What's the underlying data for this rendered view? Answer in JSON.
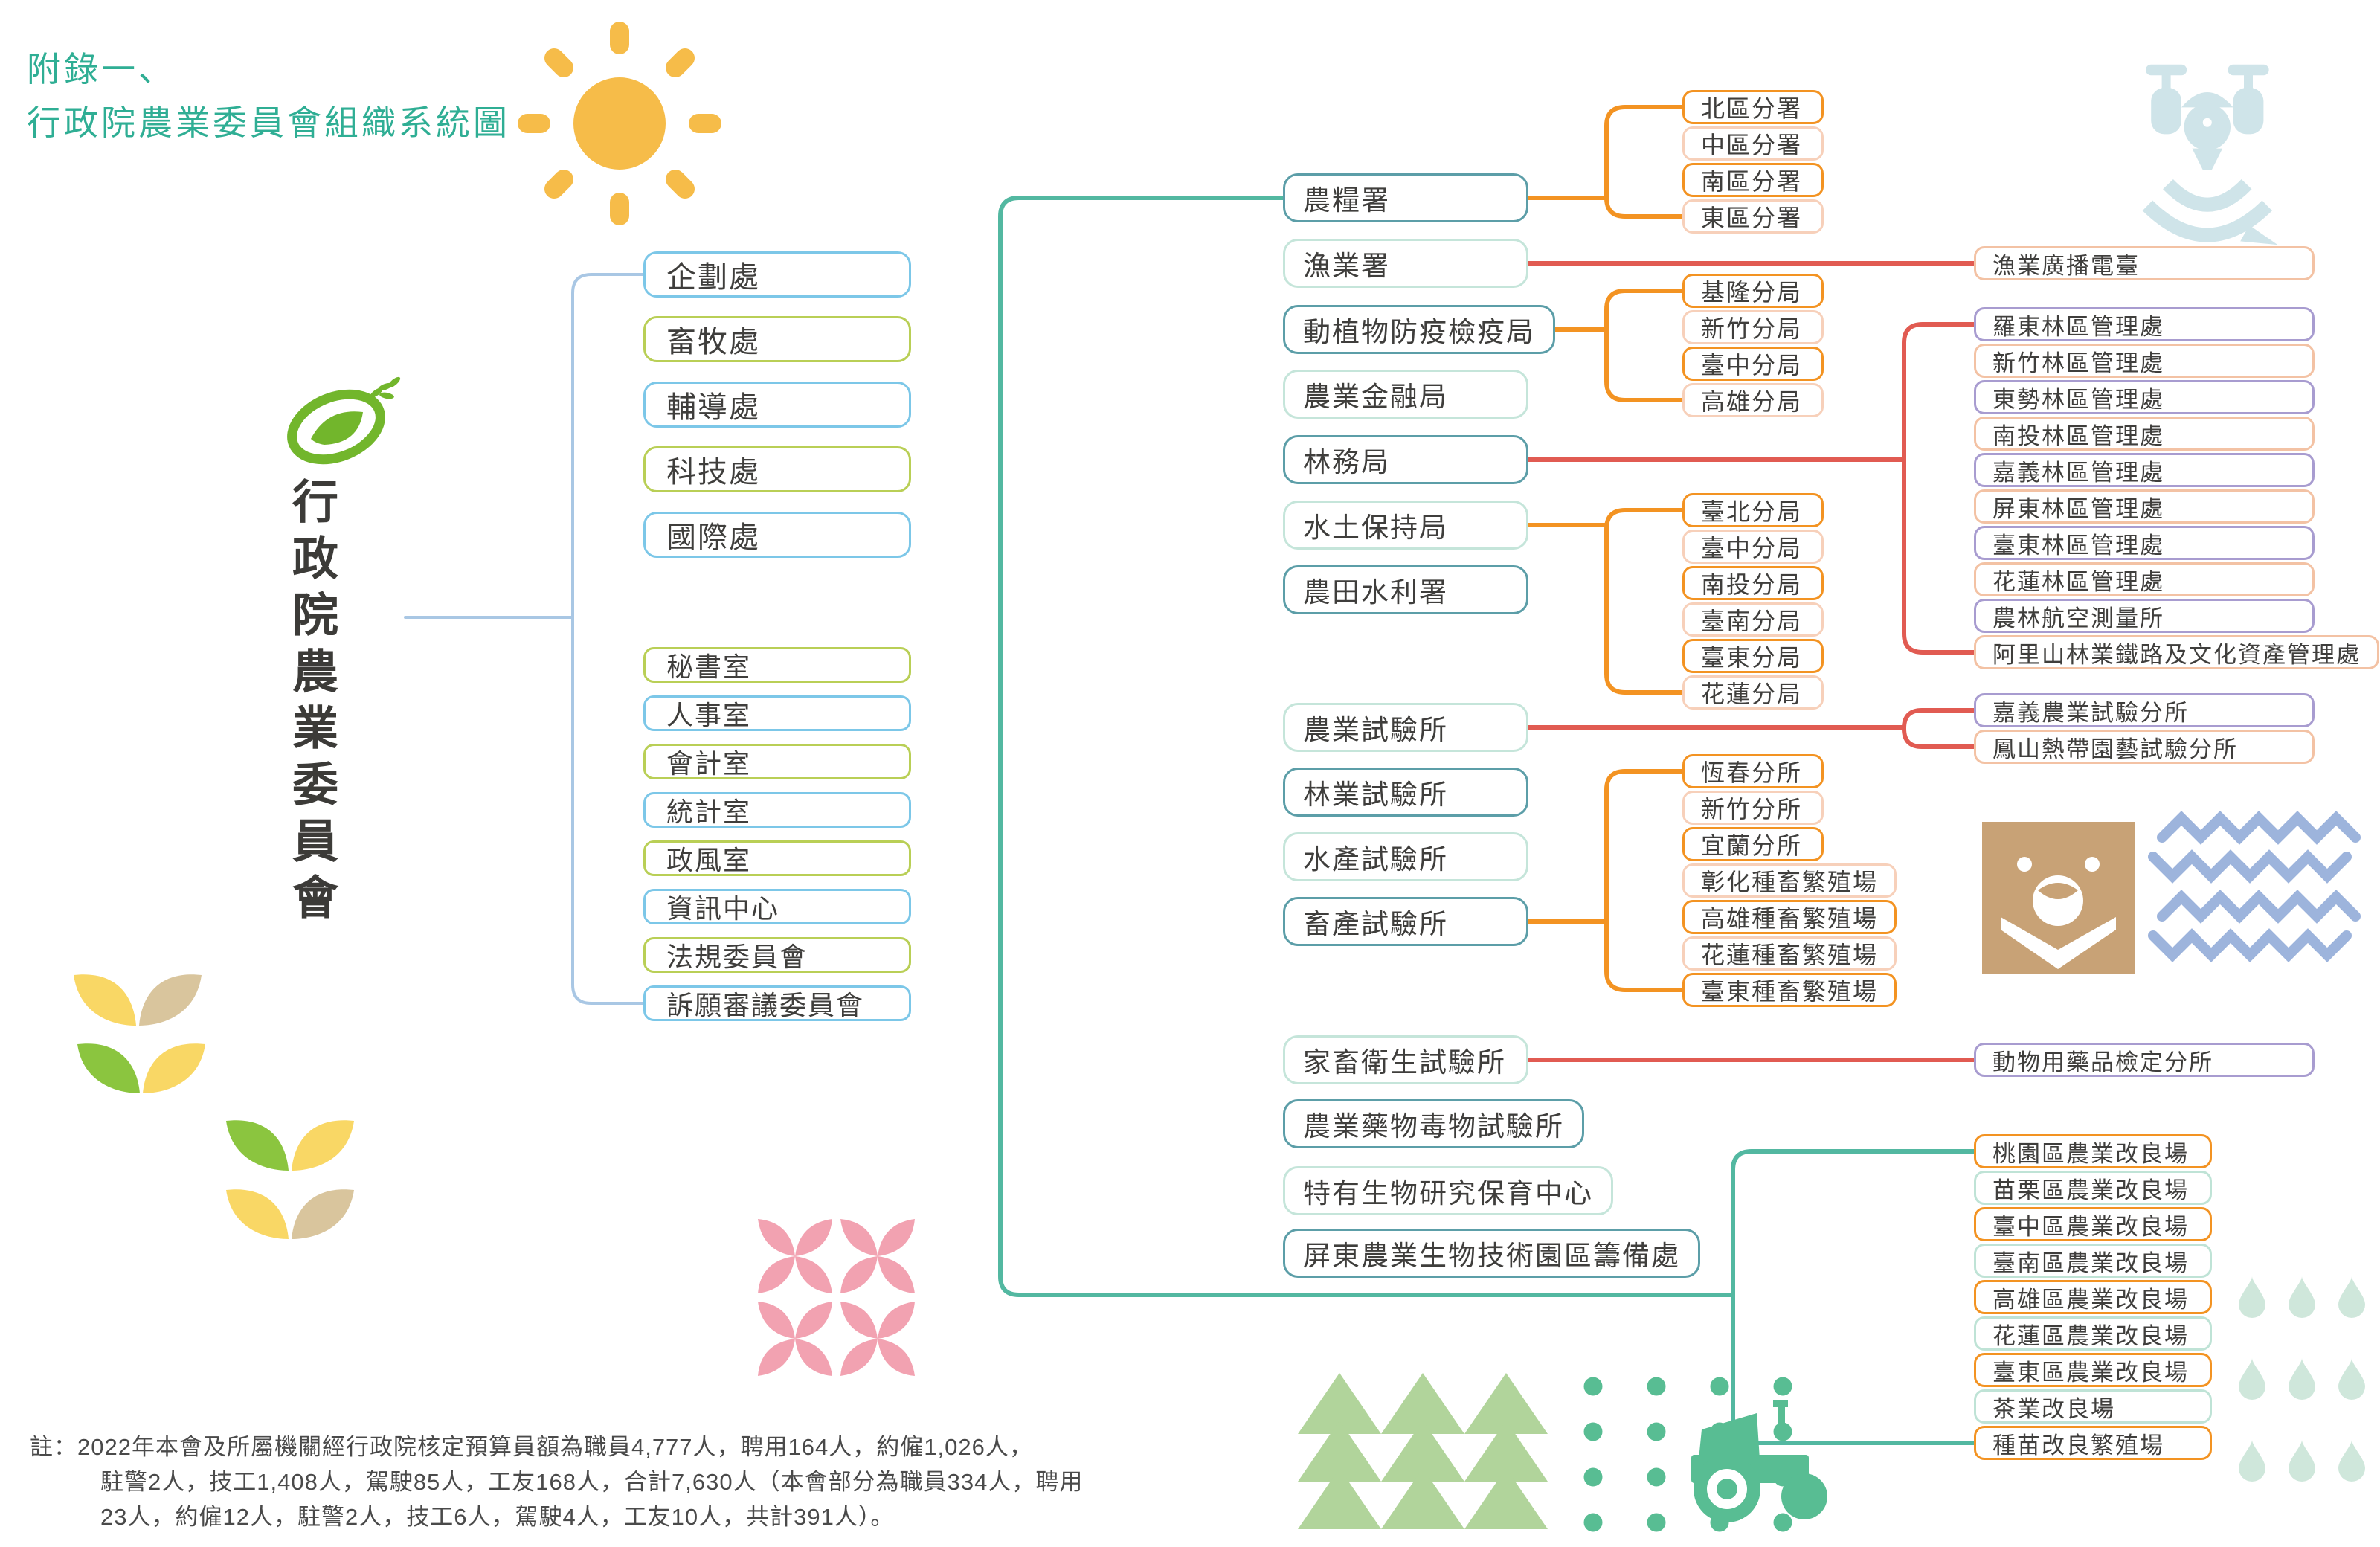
{
  "title": {
    "line1": "附錄一、",
    "line2": "行政院農業委員會組織系統圖"
  },
  "root": {
    "label": "行政院農業委員會"
  },
  "org": {
    "internal_upper": [
      "企劃處",
      "畜牧處",
      "輔導處",
      "科技處",
      "國際處"
    ],
    "internal_lower": [
      "秘書室",
      "人事室",
      "會計室",
      "統計室",
      "政風室",
      "資訊中心",
      "法規委員會",
      "訴願審議委員會"
    ],
    "agencies": [
      "農糧署",
      "漁業署",
      "動植物防疫檢疫局",
      "農業金融局",
      "林務局",
      "水土保持局",
      "農田水利署",
      "農業試驗所",
      "林業試驗所",
      "水產試驗所",
      "畜產試驗所",
      "家畜衛生試驗所",
      "農業藥物毒物試驗所",
      "特有生物研究保育中心",
      "屏東農業生物技術園區籌備處"
    ],
    "agrifood_branches": [
      "北區分署",
      "中區分署",
      "南區分署",
      "東區分署"
    ],
    "baphiq_branches": [
      "基隆分局",
      "新竹分局",
      "臺中分局",
      "高雄分局"
    ],
    "swcb_branches": [
      "臺北分局",
      "臺中分局",
      "南投分局",
      "臺南分局",
      "臺東分局",
      "花蓮分局"
    ],
    "livestock_branches": [
      "恆春分所",
      "新竹分所",
      "宜蘭分所",
      "彰化種畜繁殖場",
      "高雄種畜繁殖場",
      "花蓮種畜繁殖場",
      "臺東種畜繁殖場"
    ],
    "fisheries_branch": [
      "漁業廣播電臺"
    ],
    "forestry_branches": [
      "羅東林區管理處",
      "新竹林區管理處",
      "東勢林區管理處",
      "南投林區管理處",
      "嘉義林區管理處",
      "屏東林區管理處",
      "臺東林區管理處",
      "花蓮林區管理處",
      "農林航空測量所",
      "阿里山林業鐵路及文化資產管理處"
    ],
    "tari_branches": [
      "嘉義農業試驗分所",
      "鳳山熱帶園藝試驗分所"
    ],
    "ahri_branch": [
      "動物用藥品檢定分所"
    ],
    "improvement_stations": [
      "桃園區農業改良場",
      "苗栗區農業改良場",
      "臺中區農業改良場",
      "臺南區農業改良場",
      "高雄區農業改良場",
      "花蓮區農業改良場",
      "臺東區農業改良場",
      "茶業改良場",
      "種苗改良繁殖場"
    ]
  },
  "note": {
    "line1": "註：2022年本會及所屬機關經行政院核定預算員額為職員4,777人，聘用164人，約僱1,026人，",
    "line2": "駐警2人，技工1,408人，駕駛85人，工友168人，合計7,630人（本會部分為職員334人，聘用",
    "line3": "23人，約僱12人，駐警2人，技工6人，駕駛4人，工友10人，共計391人）。"
  },
  "colors": {
    "title_teal": "#2fae94",
    "line_blue": "#a9c7e4",
    "line_teal": "#53b8a1",
    "line_orange": "#f39322",
    "line_red": "#e15b52",
    "box_blue": "#7cc7e8",
    "box_green": "#b9cf56",
    "box_teal_dark": "#5c9ea8",
    "box_teal_light": "#c5e5da",
    "box_orange": "#f39322",
    "box_peach": "#f7d0ba",
    "box_purple": "#a89cd0",
    "box_peach2": "#f3c2a4",
    "box_mint": "#bfe3d6"
  }
}
